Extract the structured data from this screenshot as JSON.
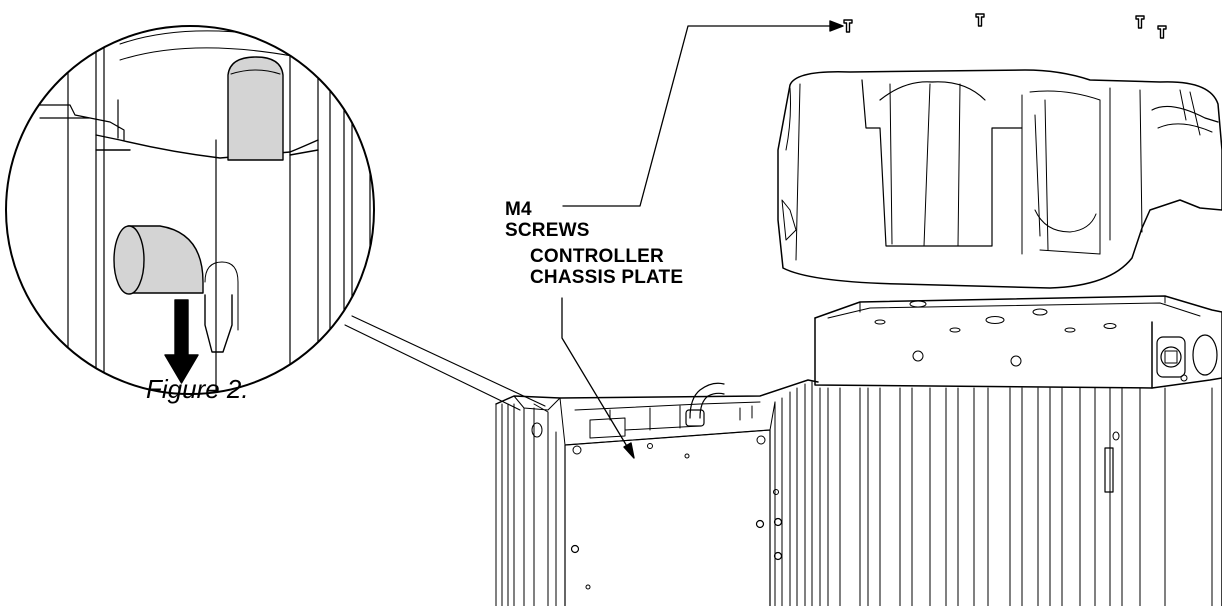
{
  "labels": {
    "screws_line1": "M4",
    "screws_line2": "SCREWS",
    "plate_line1": "CONTROLLER",
    "plate_line2": "CHASSIS PLATE"
  },
  "caption": "Figure 2.",
  "colors": {
    "line": "#000000",
    "shade": "#d4d4d4",
    "background": "#ffffff"
  },
  "icons": [
    "screw-icon",
    "down-arrow-icon"
  ]
}
